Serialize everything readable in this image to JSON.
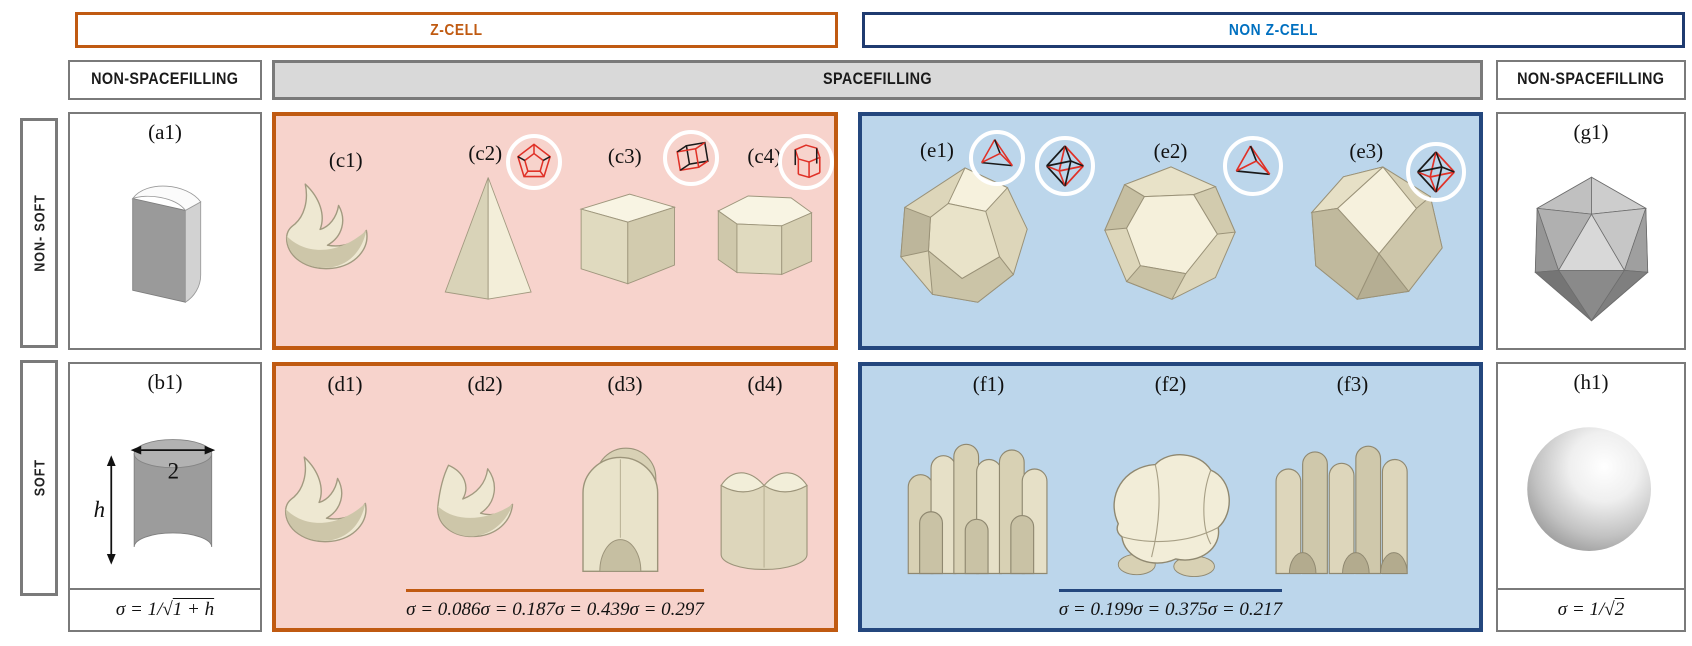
{
  "top_headers": {
    "z_cell": "Z-CELL",
    "non_z_cell": "NON Z-CELL"
  },
  "sub_headers": {
    "left": "NON-SPACEFILLING",
    "center": "SPACEFILLING",
    "right": "NON-SPACEFILLING"
  },
  "row_labels": {
    "non_soft": "NON- SOFT",
    "soft": "SOFT"
  },
  "colors": {
    "z_cell_accent": "#C05A11",
    "non_z_cell_border": "#1F3B70",
    "non_z_cell_text": "#0070C0",
    "z_group_background": "#F7D3CC",
    "non_z_group_background": "#BCD6EB",
    "spacefilling_header_background": "#D9D9D9",
    "neutral_border": "#7A7A7A"
  },
  "cells": {
    "a1": {
      "label": "(a1)",
      "shape": "half-cylinder-slab"
    },
    "b1": {
      "label": "(b1)",
      "shape": "cylinder",
      "diameter_value": "2",
      "height_symbol": "h",
      "sigma_prefix": "σ = 1/",
      "sigma_radical": "√",
      "sigma_radicand": "1 + h"
    },
    "c": [
      {
        "label": "(c1)",
        "shape": "curved-z-cell"
      },
      {
        "label": "(c2)",
        "shape": "tetrahedron-pyramid",
        "inset": "dodecahedron-wireframe"
      },
      {
        "label": "(c3)",
        "shape": "cube",
        "inset": "cube-wireframe"
      },
      {
        "label": "(c4)",
        "shape": "hexagonal-prism",
        "inset": "hexagonal-prism-wireframe"
      }
    ],
    "d": [
      {
        "label": "(d1)",
        "shape": "soft-curved-z-cell",
        "sigma": "σ = 0.086"
      },
      {
        "label": "(d2)",
        "shape": "soft-twisted-cell",
        "sigma": "σ = 0.187"
      },
      {
        "label": "(d3)",
        "shape": "soft-arched-cylinder",
        "sigma": "σ = 0.439"
      },
      {
        "label": "(d4)",
        "shape": "soft-cusped-cylinder",
        "sigma": "σ = 0.297"
      }
    ],
    "e": [
      {
        "label": "(e1)",
        "shape": "truncated-octahedron",
        "insets": [
          "tetrahedron-wireframe",
          "octahedron-wireframe"
        ]
      },
      {
        "label": "(e2)",
        "shape": "truncated-octahedron",
        "insets": [
          "tetrahedron-wireframe"
        ]
      },
      {
        "label": "(e3)",
        "shape": "rhombic-dodecahedron",
        "insets": [
          "octahedron-wireframe"
        ]
      }
    ],
    "f": [
      {
        "label": "(f1)",
        "shape": "soft-lobed-cell",
        "sigma": "σ = 0.199"
      },
      {
        "label": "(f2)",
        "shape": "soft-blob-cell",
        "sigma": "σ = 0.375"
      },
      {
        "label": "(f3)",
        "shape": "soft-arched-lobes",
        "sigma": "σ = 0.217"
      }
    ],
    "g1": {
      "label": "(g1)",
      "shape": "icosahedron"
    },
    "h1": {
      "label": "(h1)",
      "shape": "sphere",
      "sigma_prefix": "σ = 1/",
      "sigma_radical": "√",
      "sigma_radicand": "2"
    }
  }
}
